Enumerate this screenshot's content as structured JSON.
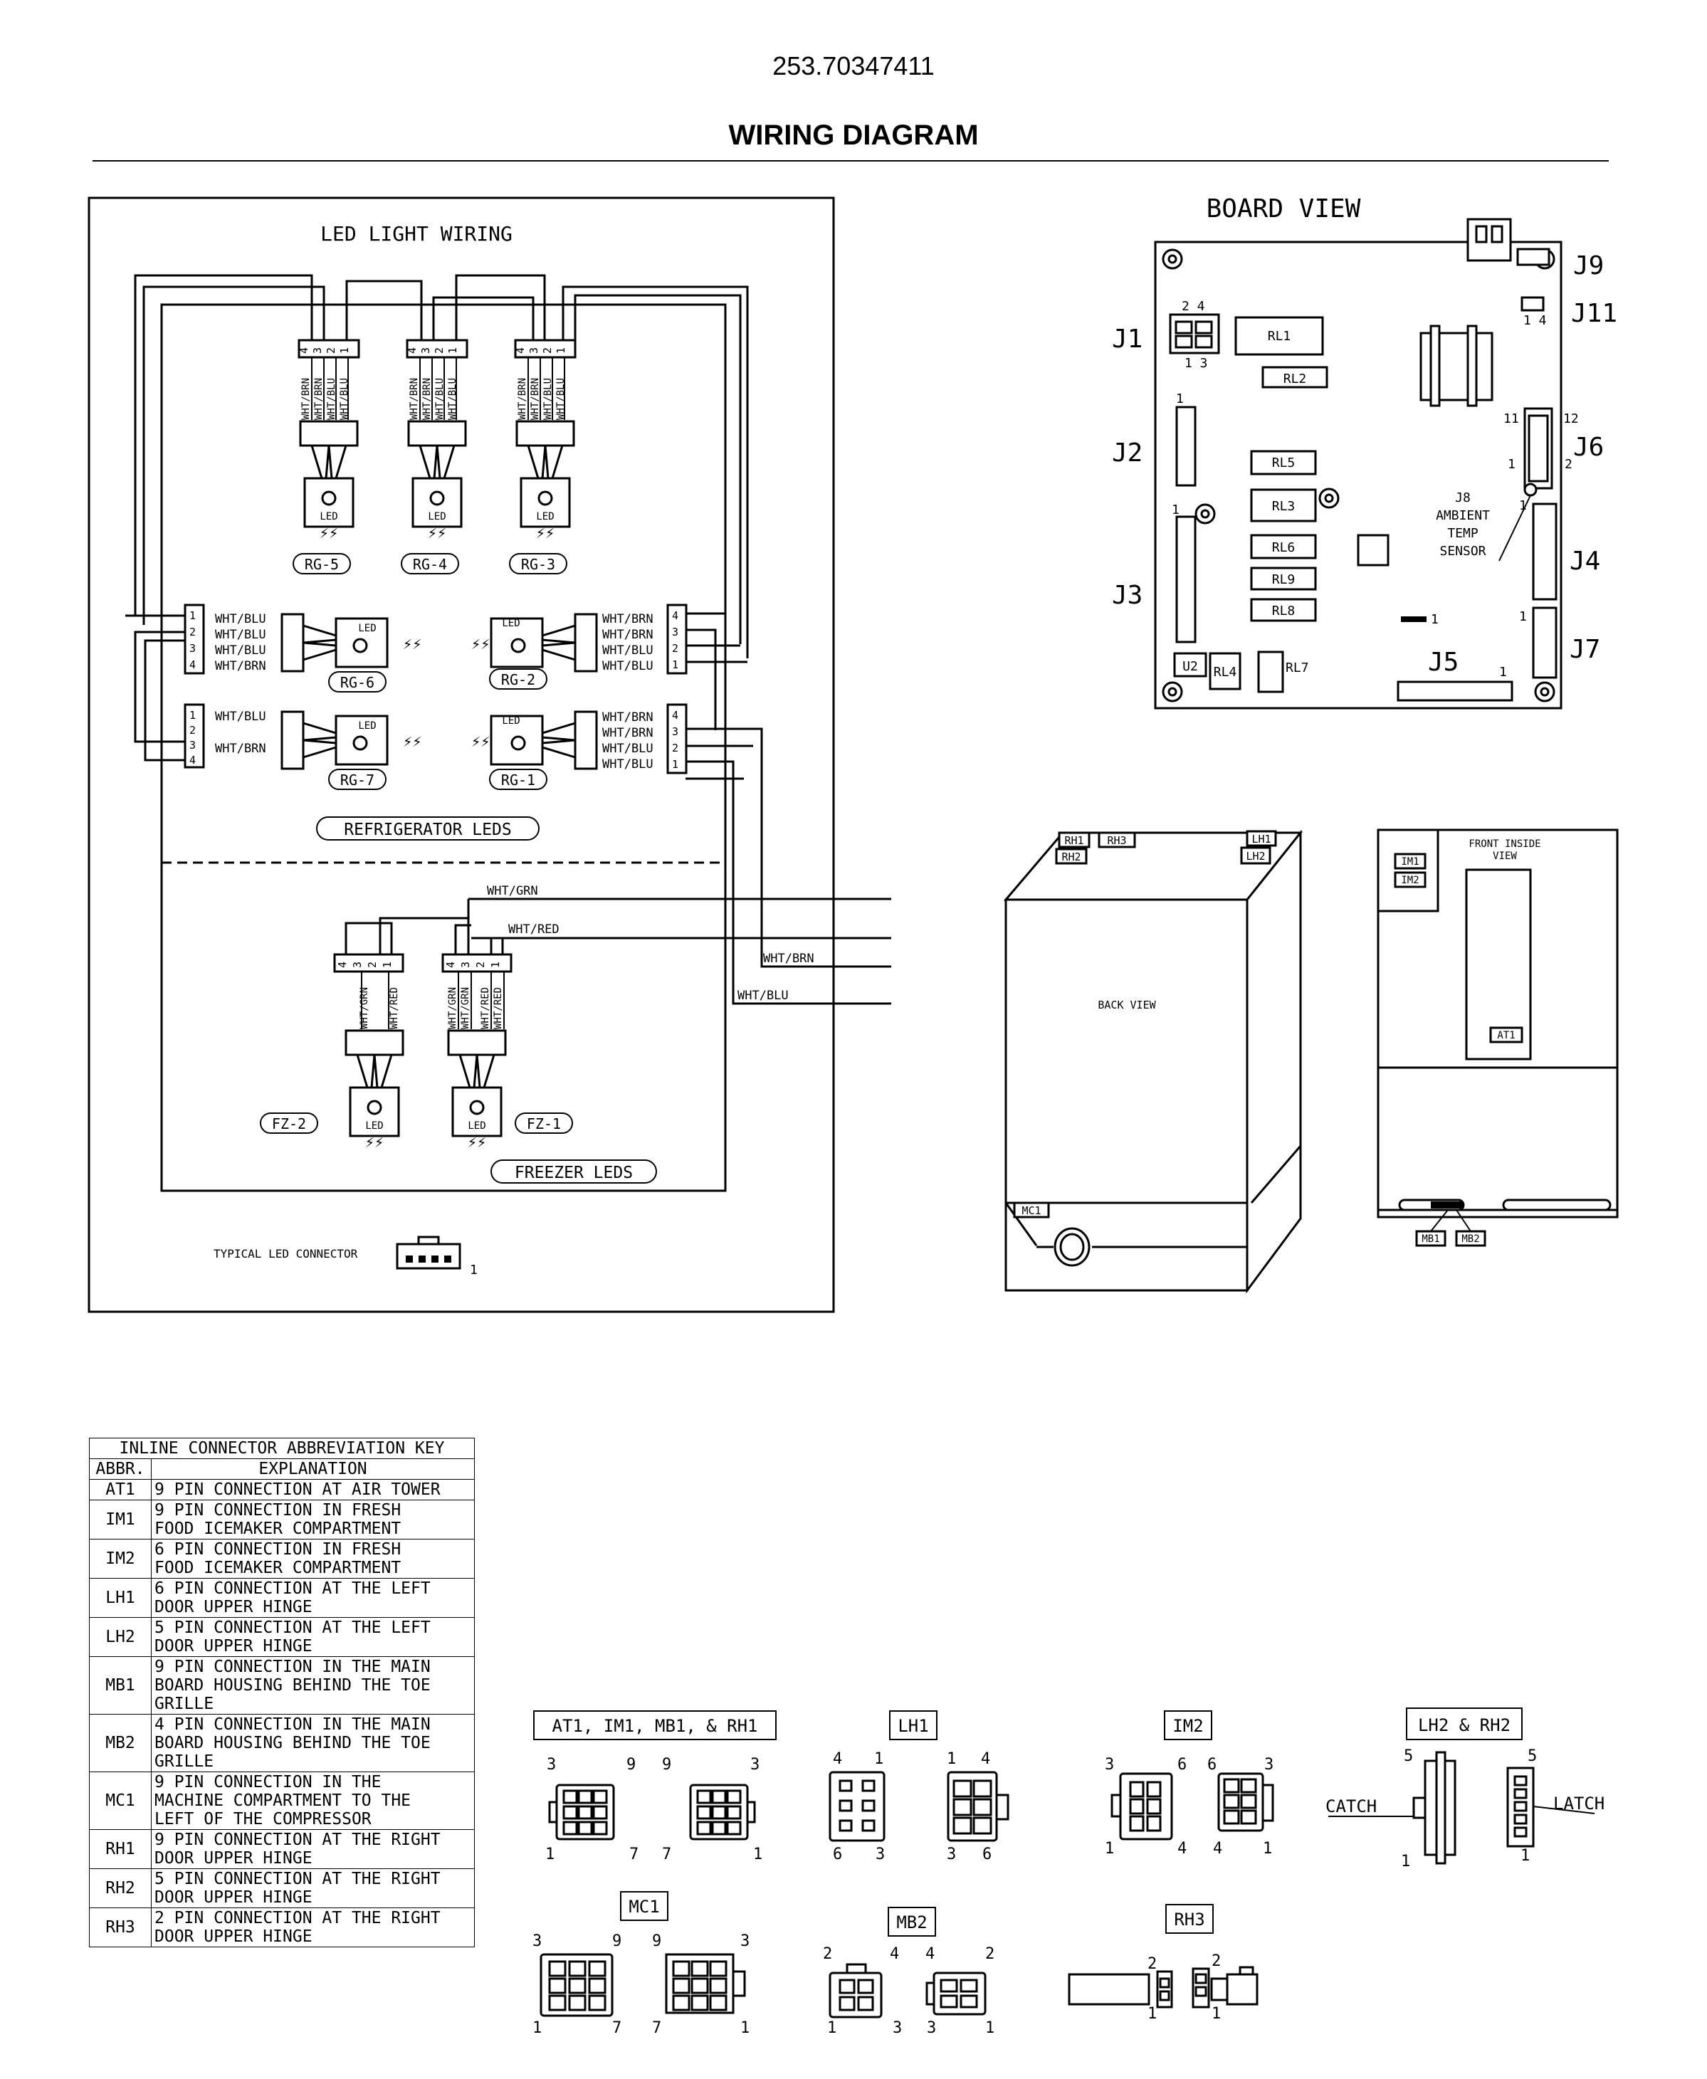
{
  "header": {
    "part_number": "253.70347411",
    "title": "WIRING DIAGRAM"
  },
  "led_wiring": {
    "title": "LED LIGHT WIRING",
    "top_connectors": [
      {
        "pins": [
          "4",
          "3",
          "2",
          "1"
        ],
        "wires": [
          "WHT/BRN",
          "WHT/BRN",
          "WHT/BLU",
          "WHT/BLU"
        ],
        "led": "LED",
        "label": "RG-5"
      },
      {
        "pins": [
          "4",
          "3",
          "2",
          "1"
        ],
        "wires": [
          "WHT/BRN",
          "WHT/BRN",
          "WHT/BLU",
          "WHT/BLU"
        ],
        "led": "LED",
        "label": "RG-4"
      },
      {
        "pins": [
          "4",
          "3",
          "2",
          "1"
        ],
        "wires": [
          "WHT/BRN",
          "WHT/BRN",
          "WHT/BLU",
          "WHT/BLU"
        ],
        "led": "LED",
        "label": "RG-3"
      }
    ],
    "left_block_1": {
      "pins": [
        "1",
        "2",
        "3",
        "4"
      ],
      "wires": [
        "WHT/BLU",
        "WHT/BLU",
        "WHT/BLU",
        "WHT/BRN"
      ]
    },
    "left_block_2": {
      "pins": [
        "1",
        "2",
        "3",
        "4"
      ],
      "wires": [
        "WHT/BLU",
        "WHT/BRN"
      ]
    },
    "right_block_1": {
      "pins": [
        "4",
        "3",
        "2",
        "1"
      ],
      "wires": [
        "WHT/BRN",
        "WHT/BRN",
        "WHT/BLU",
        "WHT/BLU"
      ]
    },
    "right_block_2": {
      "pins": [
        "4",
        "3",
        "2",
        "1"
      ],
      "wires": [
        "WHT/BRN",
        "WHT/BRN",
        "WHT/BLU",
        "WHT/BLU"
      ]
    },
    "rg_labels": [
      "RG-6",
      "RG-2",
      "RG-7",
      "RG-1"
    ],
    "refrigerator_leds": "REFRIGERATOR LEDS",
    "freezer": {
      "wire_grn": "WHT/GRN",
      "wire_red": "WHT/RED",
      "fz2_pins": [
        "4",
        "3",
        "2",
        "1"
      ],
      "fz2_wires": [
        "WHT/GRN",
        "WHT/RED"
      ],
      "fz1_pins": [
        "4",
        "3",
        "2",
        "1"
      ],
      "fz1_wires": [
        "WHT/GRN",
        "WHT/GRN",
        "WHT/RED",
        "WHT/RED"
      ],
      "fz2": "FZ-2",
      "fz1": "FZ-1"
    },
    "freezer_leds": "FREEZER LEDS",
    "out_brn": "WHT/BRN",
    "out_blu": "WHT/BLU",
    "typical_connector": "TYPICAL LED CONNECTOR",
    "typical_pin": "1"
  },
  "board_view": {
    "title": "BOARD VIEW",
    "connectors": {
      "J1": "J1",
      "J2": "J2",
      "J3": "J3",
      "J4": "J4",
      "J5": "J5",
      "J6": "J6",
      "J7": "J7",
      "J9": "J9",
      "J11": "J11"
    },
    "relays": [
      "RL1",
      "RL2",
      "RL5",
      "RL3",
      "RL6",
      "RL9",
      "RL8"
    ],
    "rl4": "RL4",
    "rl7": "RL7",
    "u2": "U2",
    "j8_label": [
      "J8",
      "AMBIENT",
      "TEMP",
      "SENSOR"
    ],
    "pin_numbers": {
      "j1_top": "2  4",
      "j1_bot": "1  3",
      "j11": "1  4",
      "j6_11": "11",
      "j6_12": "12",
      "j6_1": "1",
      "j6_2": "2",
      "one": "1"
    }
  },
  "cabinet": {
    "back_view": "BACK VIEW",
    "front_inside_view": [
      "FRONT INSIDE",
      "VIEW"
    ],
    "tags": {
      "RH1": "RH1",
      "RH3": "RH3",
      "RH2": "RH2",
      "LH1": "LH1",
      "LH2": "LH2",
      "MC1": "MC1",
      "IM1": "IM1",
      "IM2": "IM2",
      "AT1": "AT1",
      "MB1": "MB1",
      "MB2": "MB2"
    }
  },
  "abbreviation_key": {
    "title": "INLINE CONNECTOR ABBREVIATION KEY",
    "col_abbr": "ABBR.",
    "col_expl": "EXPLANATION",
    "rows": [
      {
        "abbr": "AT1",
        "lines": [
          "9 PIN CONNECTION AT AIR TOWER"
        ]
      },
      {
        "abbr": "IM1",
        "lines": [
          "9 PIN CONNECTION IN FRESH",
          "FOOD ICEMAKER COMPARTMENT"
        ]
      },
      {
        "abbr": "IM2",
        "lines": [
          "6 PIN CONNECTION IN FRESH",
          "FOOD ICEMAKER COMPARTMENT"
        ]
      },
      {
        "abbr": "LH1",
        "lines": [
          "6 PIN CONNECTION AT THE LEFT",
          "DOOR UPPER HINGE"
        ]
      },
      {
        "abbr": "LH2",
        "lines": [
          "5 PIN CONNECTION AT THE LEFT",
          "DOOR UPPER HINGE"
        ]
      },
      {
        "abbr": "MB1",
        "lines": [
          "9 PIN CONNECTION IN THE MAIN",
          "BOARD HOUSING BEHIND THE TOE",
          "GRILLE"
        ]
      },
      {
        "abbr": "MB2",
        "lines": [
          "4 PIN CONNECTION IN THE MAIN",
          "BOARD HOUSING BEHIND THE TOE",
          "GRILLE"
        ]
      },
      {
        "abbr": "MC1",
        "lines": [
          "9 PIN CONNECTION IN THE",
          "MACHINE COMPARTMENT TO THE",
          "LEFT OF THE COMPRESSOR"
        ]
      },
      {
        "abbr": "RH1",
        "lines": [
          "9 PIN CONNECTION AT THE RIGHT",
          "DOOR UPPER HINGE"
        ]
      },
      {
        "abbr": "RH2",
        "lines": [
          "5 PIN CONNECTION AT THE RIGHT",
          "DOOR UPPER HINGE"
        ]
      },
      {
        "abbr": "RH3",
        "lines": [
          "2 PIN CONNECTION AT THE RIGHT",
          "DOOR UPPER HINGE"
        ]
      }
    ]
  },
  "connector_details": {
    "at1_group": {
      "label": "AT1, IM1, MB1, & RH1",
      "n": [
        "3",
        "9",
        "9",
        "3",
        "1",
        "7",
        "7",
        "1"
      ]
    },
    "lh1": {
      "label": "LH1",
      "n": [
        "4",
        "1",
        "1",
        "4",
        "6",
        "3",
        "3",
        "6"
      ]
    },
    "im2": {
      "label": "IM2",
      "n": [
        "3",
        "6",
        "6",
        "3",
        "1",
        "4",
        "4",
        "1"
      ]
    },
    "lh2_rh2": {
      "label": "LH2 & RH2",
      "n": [
        "5",
        "5",
        "1",
        "1"
      ],
      "catch": "CATCH",
      "latch": "LATCH"
    },
    "mc1": {
      "label": "MC1",
      "n": [
        "3",
        "9",
        "9",
        "3",
        "1",
        "7",
        "7",
        "1"
      ]
    },
    "mb2": {
      "label": "MB2",
      "n": [
        "2",
        "4",
        "4",
        "2",
        "1",
        "3",
        "3",
        "1"
      ]
    },
    "rh3": {
      "label": "RH3",
      "n": [
        "2",
        "2",
        "1",
        "1"
      ]
    }
  }
}
